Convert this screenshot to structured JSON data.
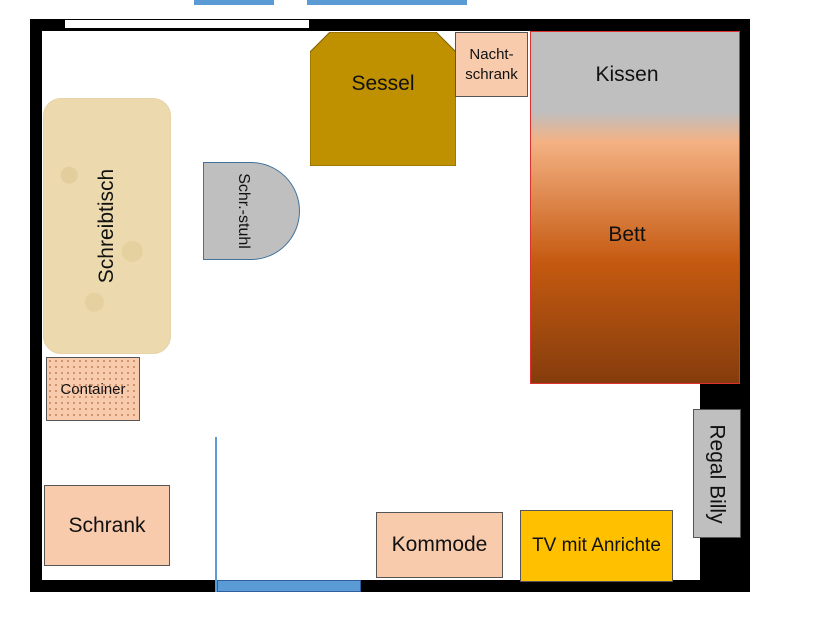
{
  "colors": {
    "wall": "#000000",
    "window": "#5b9bd5",
    "peach": "#f8cbad",
    "gold": "#bf9000",
    "grey": "#bfbfbf",
    "yellow": "#ffc000"
  },
  "furniture": {
    "desk": "Schreibtisch",
    "chair": "Schr.-stuhl",
    "armchair": "Sessel",
    "nightstand_line1": "Nacht-",
    "nightstand_line2": "schrank",
    "pillow": "Kissen",
    "bed": "Bett",
    "container": "Container",
    "wardrobe": "Schrank",
    "dresser": "Kommode",
    "tv": "TV mit Anrichte",
    "shelf": "Regal Billy"
  }
}
